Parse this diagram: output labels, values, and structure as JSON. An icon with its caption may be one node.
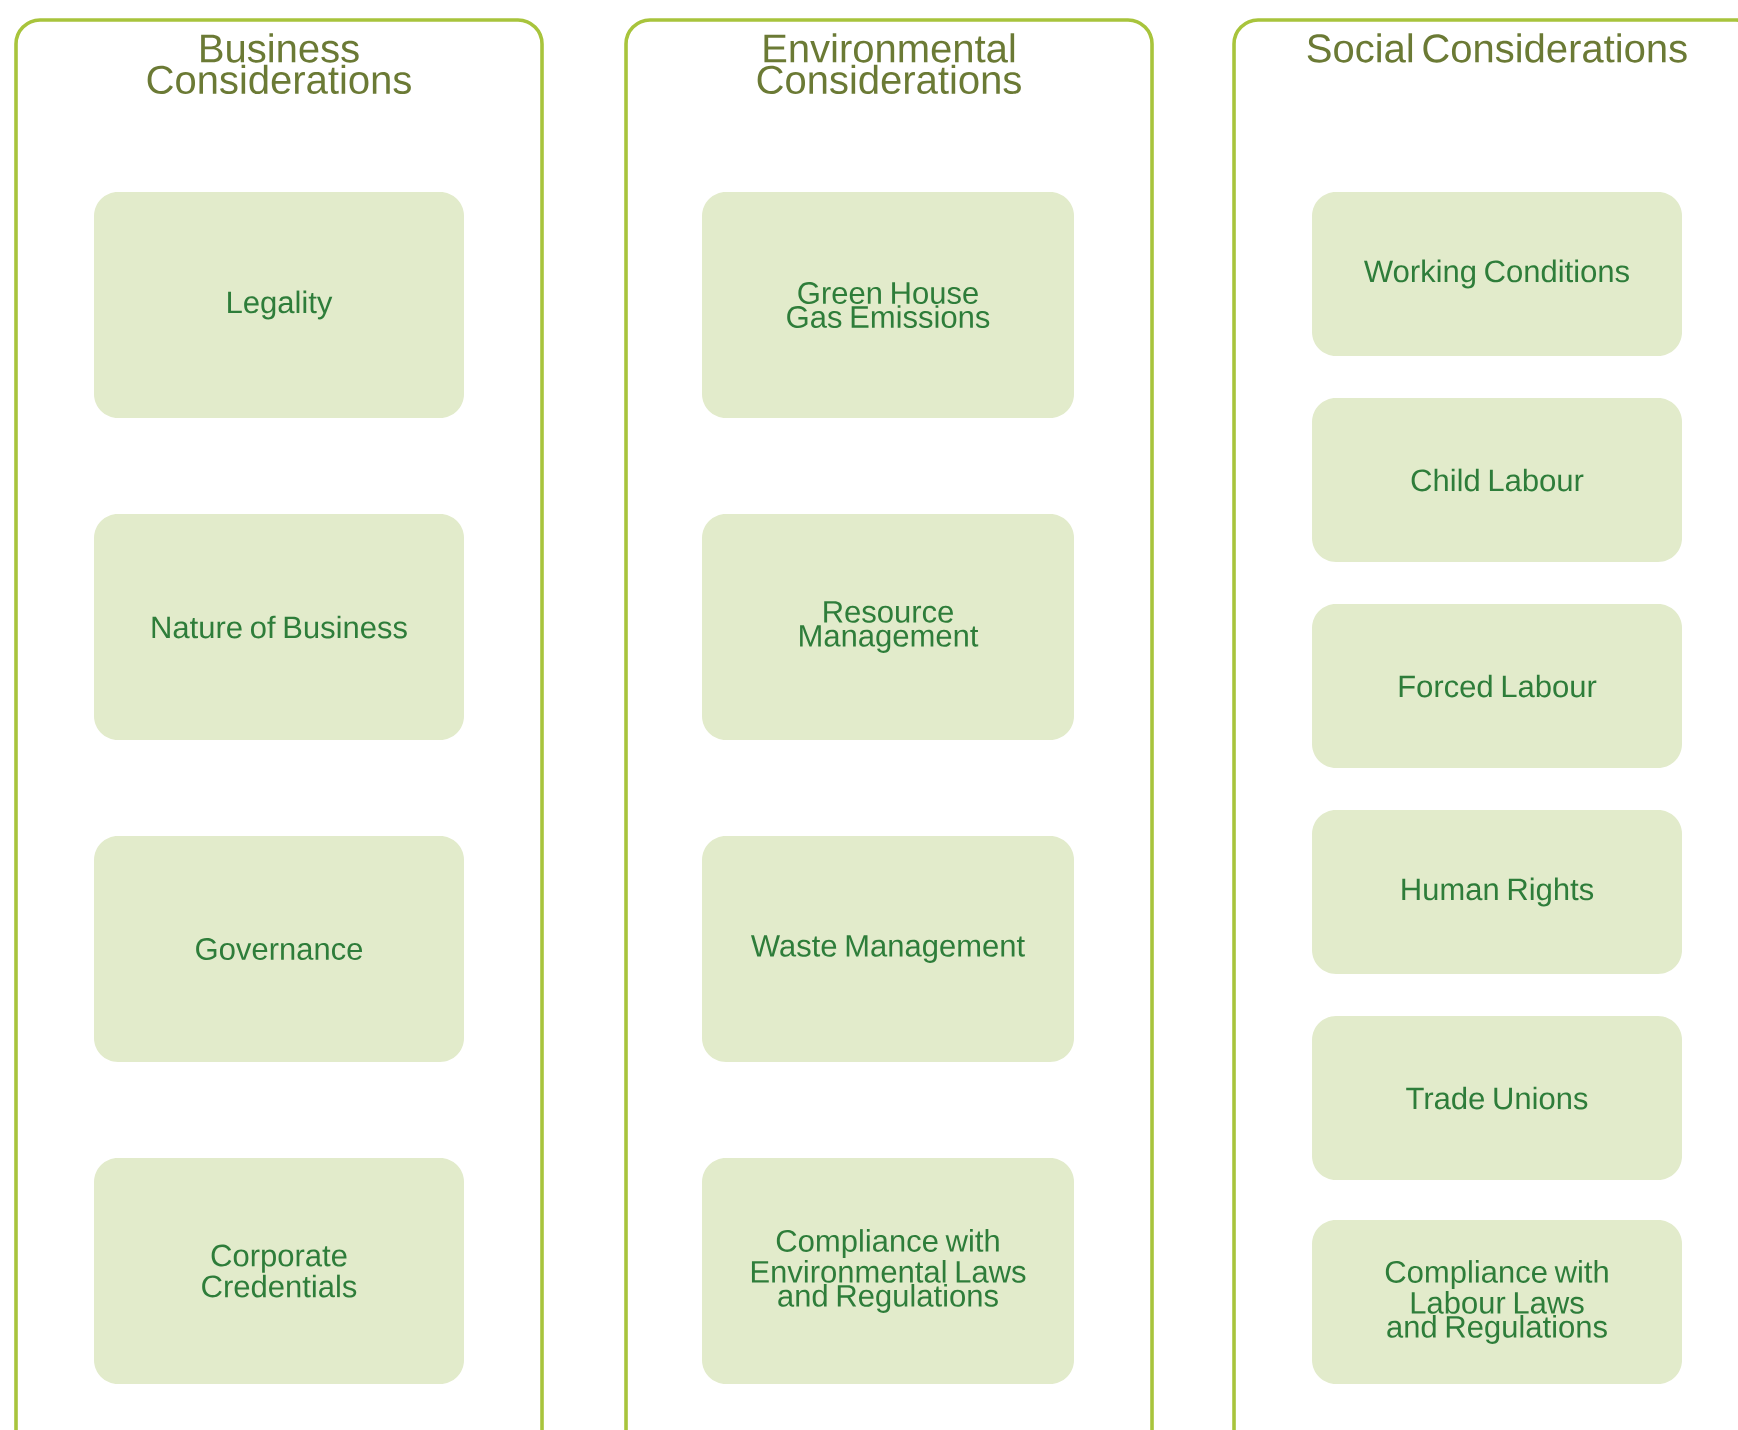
{
  "diagram": {
    "nodes": [
      {
        "text": [
          "Business Considerations"
        ]
      },
      {
        "text": [
          "Legality"
        ],
        "in": 0
      },
      {
        "text": [
          "Nature of Business"
        ],
        "in": 0
      },
      {
        "text": [
          "Governance"
        ],
        "in": 0
      },
      {
        "text": [
          "Corporate Credentials"
        ],
        "in": 0
      },
      {
        "text": [
          "Environmental Considerations"
        ]
      },
      {
        "text": [
          "Green House Gas Emissions"
        ],
        "in": 5
      },
      {
        "text": [
          "Resource Management"
        ],
        "in": 5
      },
      {
        "text": [
          "Waste Management"
        ],
        "in": 5
      },
      {
        "text": [
          "Compliance with Environmental Laws and Regulations"
        ],
        "in": 5
      },
      {
        "text": [
          "Social Considerations"
        ]
      },
      {
        "text": [
          "Working Conditions"
        ],
        "in": 10
      },
      {
        "text": [
          "Child Labour"
        ],
        "in": 10
      },
      {
        "text": [
          "Forced Labour"
        ],
        "in": 10
      },
      {
        "text": [
          "Human Rights"
        ],
        "in": 10
      },
      {
        "text": [
          "Trade Unions"
        ],
        "in": 10
      },
      {
        "text": [
          "Compliance with Labour Laws and Regulations"
        ],
        "in": 10
      }
    ]
  }
}
